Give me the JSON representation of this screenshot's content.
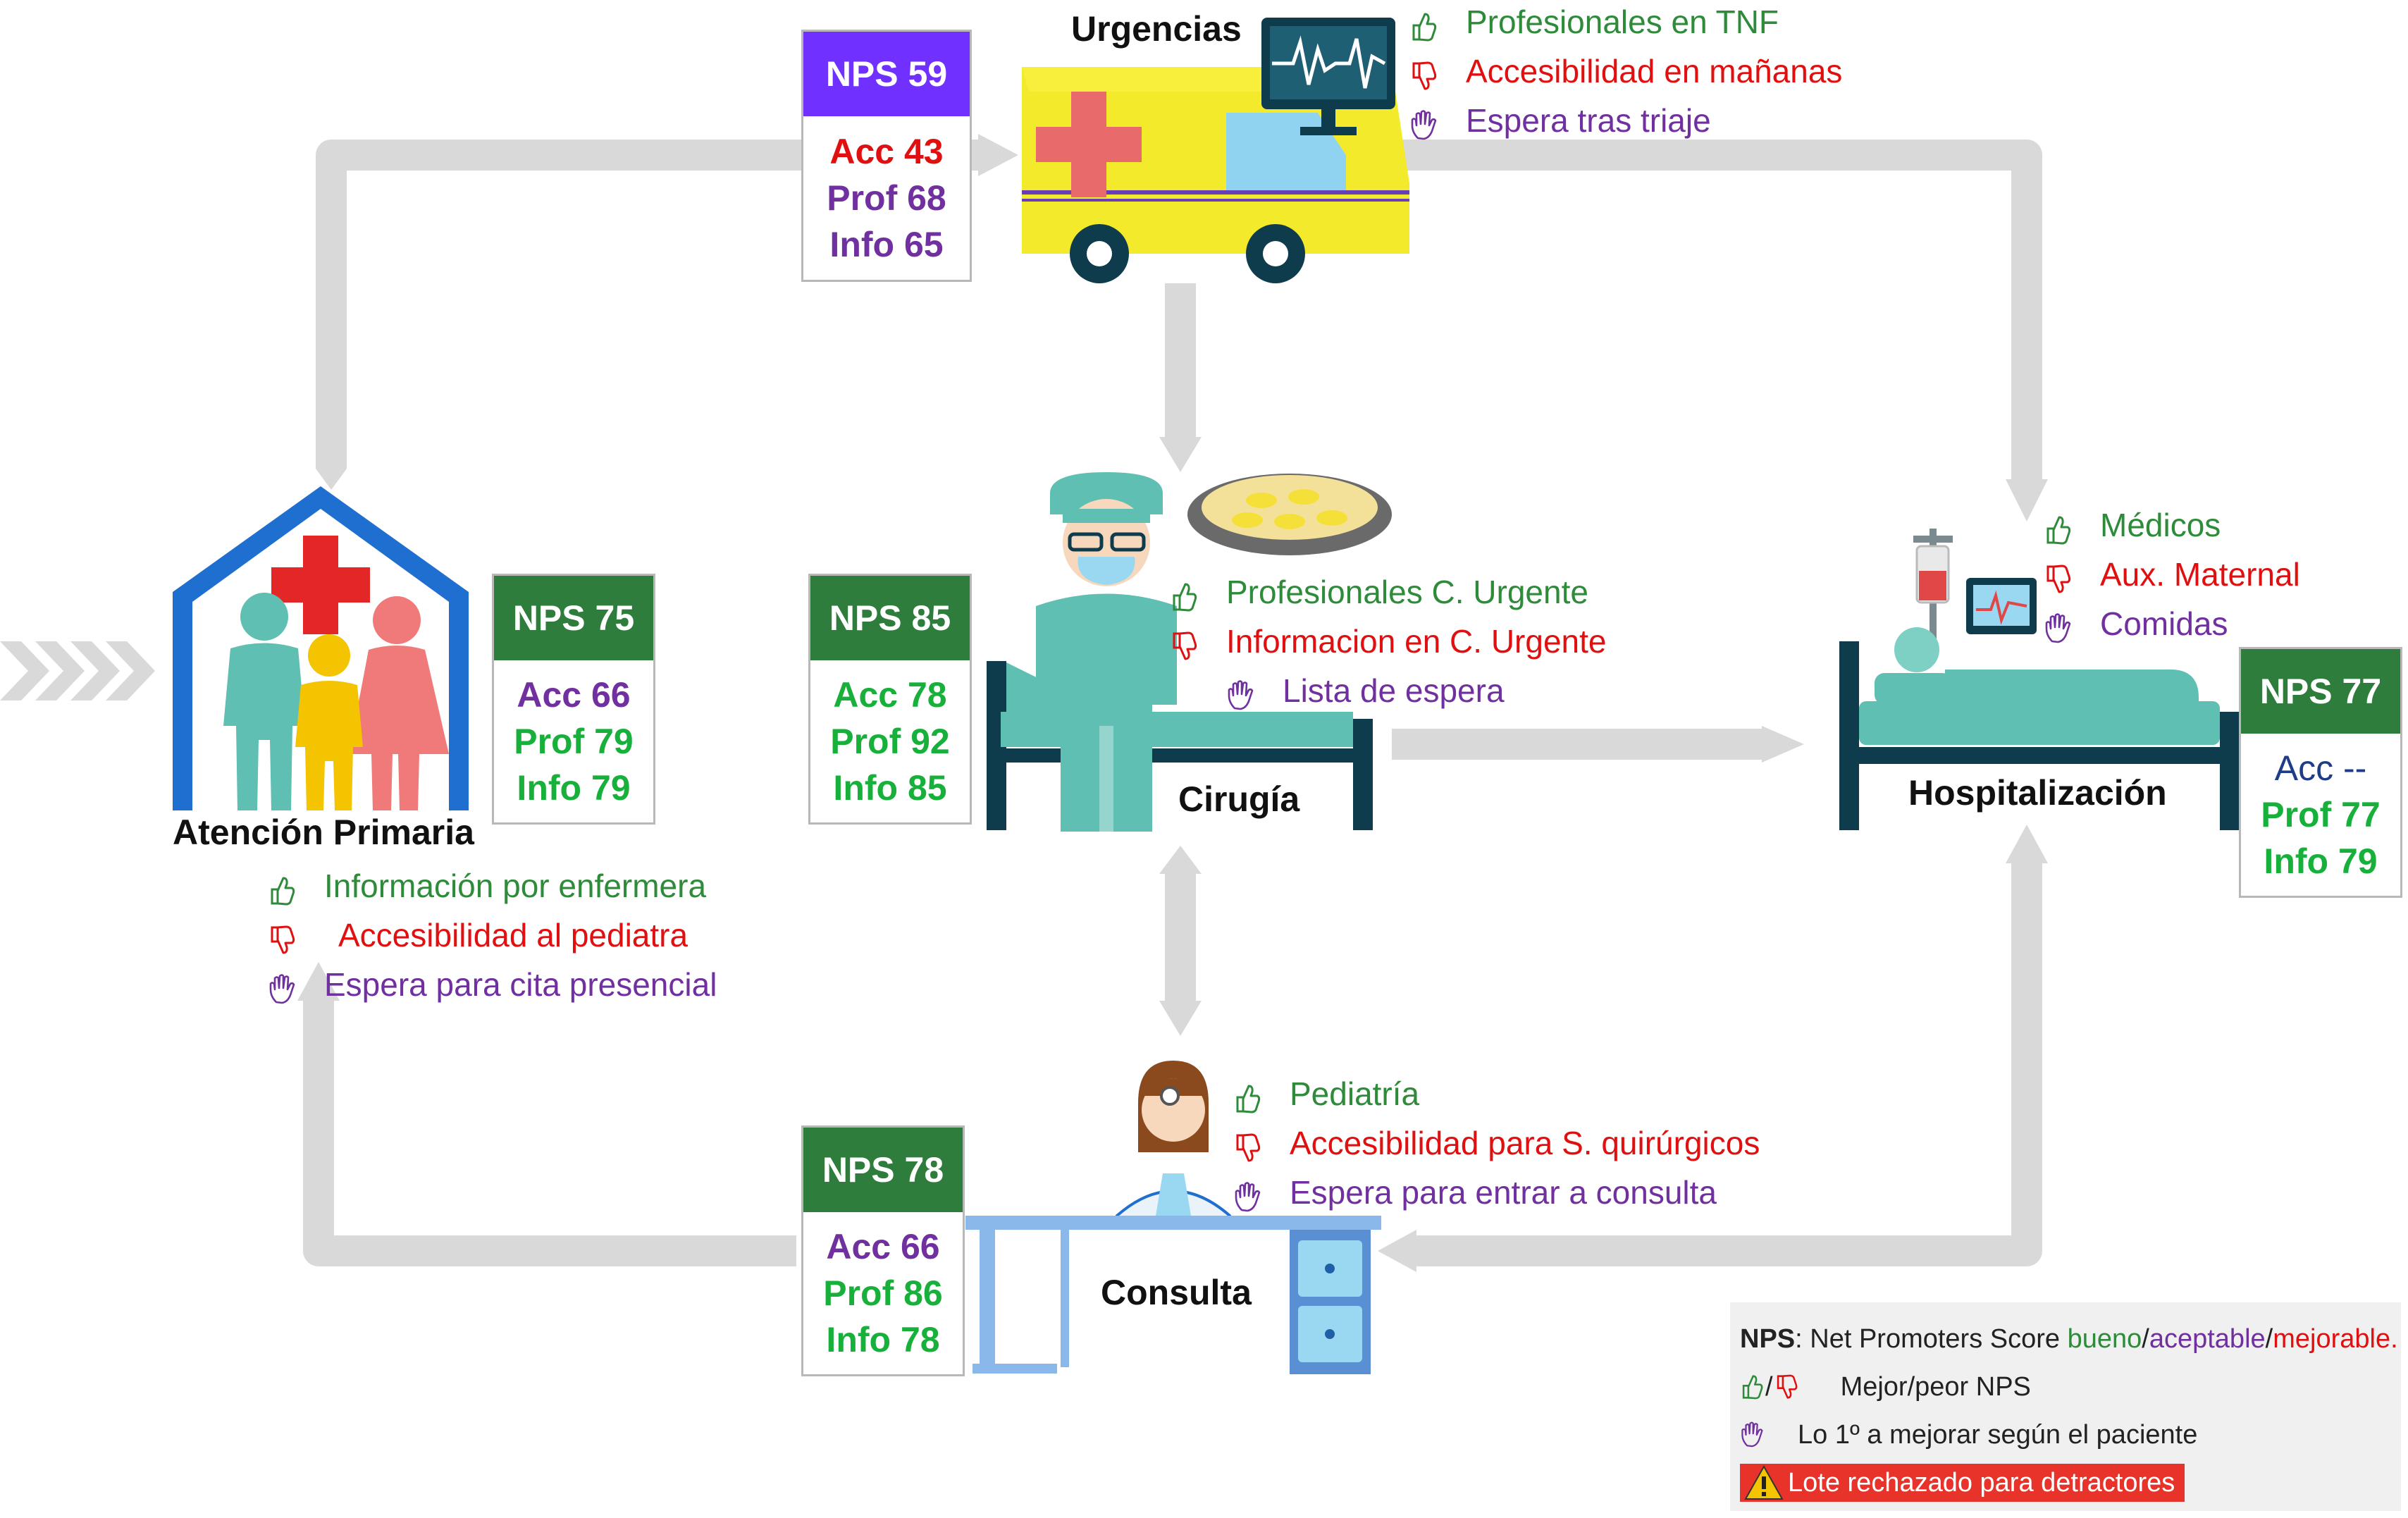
{
  "colors": {
    "nps_bueno": "#2e7d3c",
    "nps_aceptable": "#7030ff",
    "good": "#2e8b3a",
    "bad": "#e01010",
    "mid": "#7030a0",
    "connector": "#d9d9d9"
  },
  "nodes": {
    "urgencias": {
      "title": "Urgencias",
      "nps": "NPS 59",
      "acc": "Acc 43",
      "prof": "Prof 68",
      "info": "Info 65",
      "feedback": {
        "good": "Profesionales en TNF",
        "bad": "Accesibilidad en mañanas",
        "improve": "Espera tras triaje"
      }
    },
    "atencion_primaria": {
      "title": "Atención Primaria",
      "nps": "NPS 75",
      "acc": "Acc 66",
      "prof": "Prof 79",
      "info": "Info 79",
      "feedback": {
        "good": "Información por enfermera",
        "bad": "Accesibilidad al pediatra",
        "improve": "Espera para cita presencial"
      }
    },
    "cirugia": {
      "title": "Cirugía",
      "nps": "NPS 85",
      "acc": "Acc 78",
      "prof": "Prof 92",
      "info": "Info 85",
      "feedback": {
        "good": "Profesionales C. Urgente",
        "bad": "Informacion en C. Urgente",
        "improve": "Lista de espera"
      }
    },
    "hospitalizacion": {
      "title": "Hospitalización",
      "nps": "NPS 77",
      "acc": "Acc --",
      "prof": "Prof 77",
      "info": "Info 79",
      "feedback": {
        "good": "Médicos",
        "bad": "Aux. Maternal",
        "improve": "Comidas"
      }
    },
    "consulta": {
      "title": "Consulta",
      "nps": "NPS 78",
      "acc": "Acc 66",
      "prof": "Prof 86",
      "info": "Info 78",
      "feedback": {
        "good": "Pediatría",
        "bad": "Accesibilidad para S. quirúrgicos",
        "improve": "Espera para entrar a consulta"
      }
    }
  },
  "legend": {
    "nps_label": "NPS",
    "nps_desc": ": Net Promoters Score ",
    "bueno": "bueno",
    "slash1": "/",
    "aceptable": "aceptable",
    "slash2": "/",
    "mejorable": "mejorable.",
    "icon_sep": "/",
    "best_worst": "Mejor/peor NPS",
    "improve_first": "Lo 1º a mejorar según el paciente",
    "rejected": "Lote rechazado para detractores"
  }
}
